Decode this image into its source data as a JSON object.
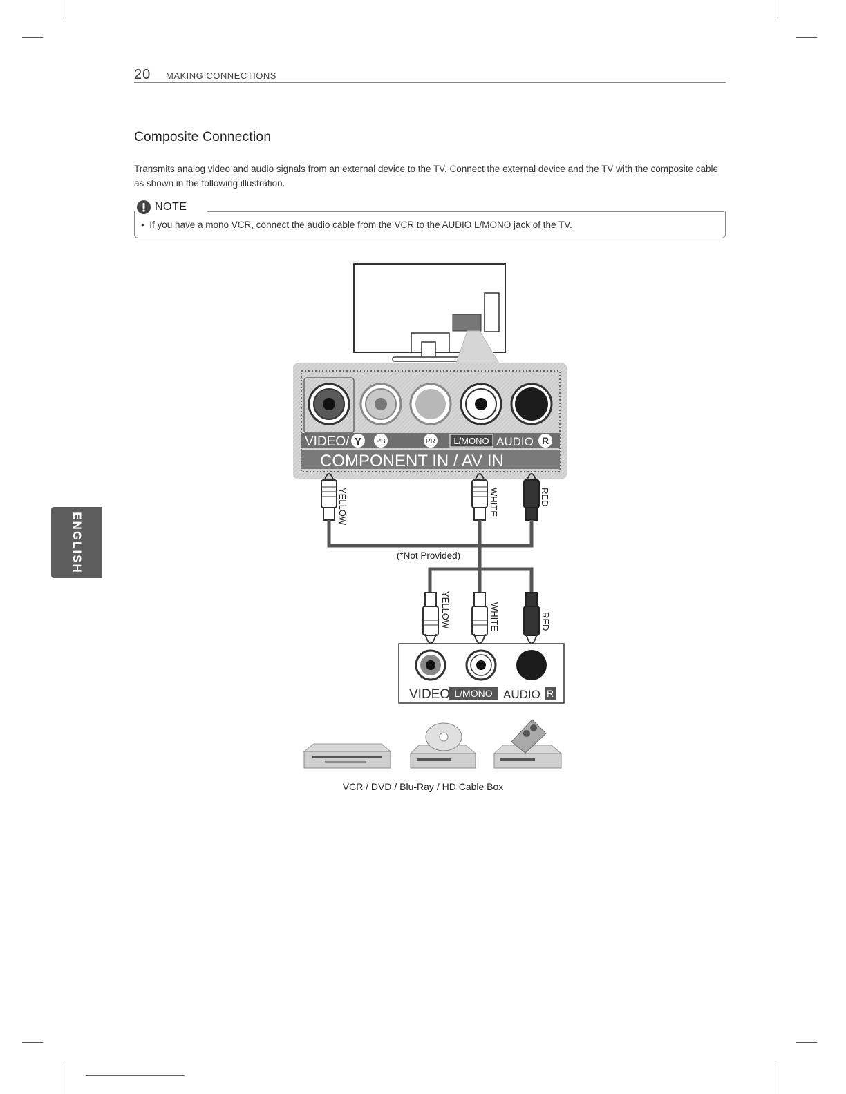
{
  "header": {
    "page_number": "20",
    "section": "MAKING CONNECTIONS"
  },
  "title": "Composite Connection",
  "body": "Transmits analog video and audio signals from an external device to the TV. Connect the external device and the TV with the composite cable as shown in the following illustration.",
  "note": {
    "label": "NOTE",
    "items": [
      "If you have a mono VCR, connect the audio cable from the VCR to the AUDIO L/MONO jack of the TV."
    ]
  },
  "side_tab": "ENGLISH",
  "diagram": {
    "tv_panel": {
      "labels": [
        "VIDEO/",
        "Y",
        "PB",
        "PR",
        "L/MONO",
        "AUDIO",
        "R"
      ],
      "group_label": "COMPONENT IN / AV IN"
    },
    "cable_colors_top": [
      "YELLOW",
      "WHITE",
      "RED"
    ],
    "not_provided": "(*Not Provided)",
    "cable_colors_bottom": [
      "YELLOW",
      "WHITE",
      "RED"
    ],
    "device_panel": {
      "labels": [
        "VIDEO",
        "L/MONO",
        "AUDIO",
        "R"
      ]
    },
    "colors": {
      "yellow_jack": "#5a5a5a",
      "white_jack": "#ffffff",
      "red_jack": "#1c1c1c",
      "panel": "#d4d4d4",
      "label_bar": "#6e6e6e"
    }
  },
  "caption": "VCR / DVD / Blu-Ray / HD Cable Box"
}
